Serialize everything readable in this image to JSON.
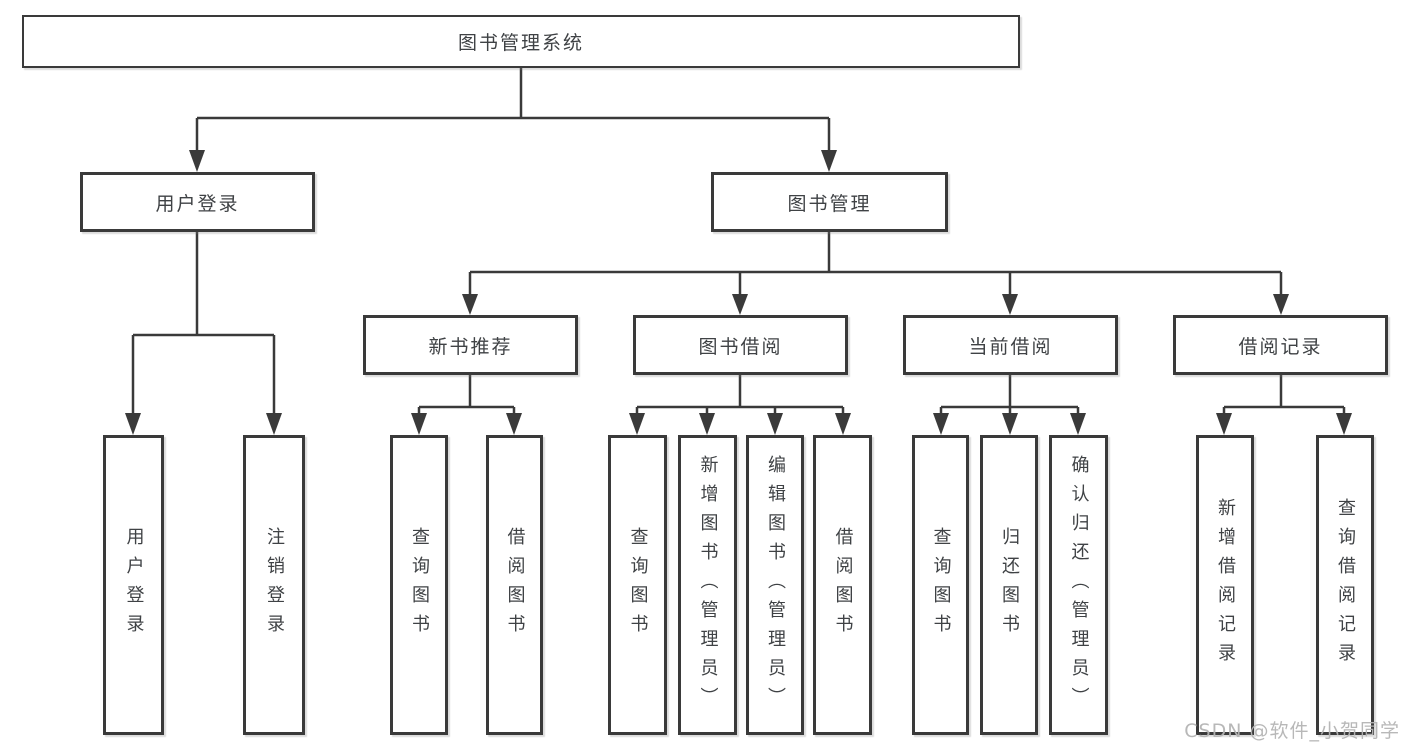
{
  "diagram": {
    "type": "tree",
    "colors": {
      "line": "#3a3a3a",
      "text": "#3f4245",
      "box_fill": "#ffffff",
      "watermark": "#b5b5b5"
    },
    "watermark": "CSDN @软件_小贺同学",
    "nodes": {
      "root": {
        "label": "图书管理系统"
      },
      "level2": [
        {
          "label": "用户登录"
        },
        {
          "label": "图书管理"
        }
      ],
      "level3": [
        {
          "label": "新书推荐",
          "parent": "图书管理"
        },
        {
          "label": "图书借阅",
          "parent": "图书管理"
        },
        {
          "label": "当前借阅",
          "parent": "图书管理"
        },
        {
          "label": "借阅记录",
          "parent": "图书管理"
        }
      ],
      "leaves": [
        {
          "label": "用户登录",
          "parent": "用户登录"
        },
        {
          "label": "注销登录",
          "parent": "用户登录"
        },
        {
          "label": "查询图书",
          "parent": "新书推荐"
        },
        {
          "label": "借阅图书",
          "parent": "新书推荐"
        },
        {
          "label": "查询图书",
          "parent": "图书借阅"
        },
        {
          "label": "新增图书（管理员）",
          "parent": "图书借阅"
        },
        {
          "label": "编辑图书（管理员）",
          "parent": "图书借阅"
        },
        {
          "label": "借阅图书",
          "parent": "图书借阅"
        },
        {
          "label": "查询图书",
          "parent": "当前借阅"
        },
        {
          "label": "归还图书",
          "parent": "当前借阅"
        },
        {
          "label": "确认归还（管理员）",
          "parent": "当前借阅"
        },
        {
          "label": "新增借阅记录",
          "parent": "借阅记录"
        },
        {
          "label": "查询借阅记录",
          "parent": "借阅记录"
        }
      ]
    }
  }
}
